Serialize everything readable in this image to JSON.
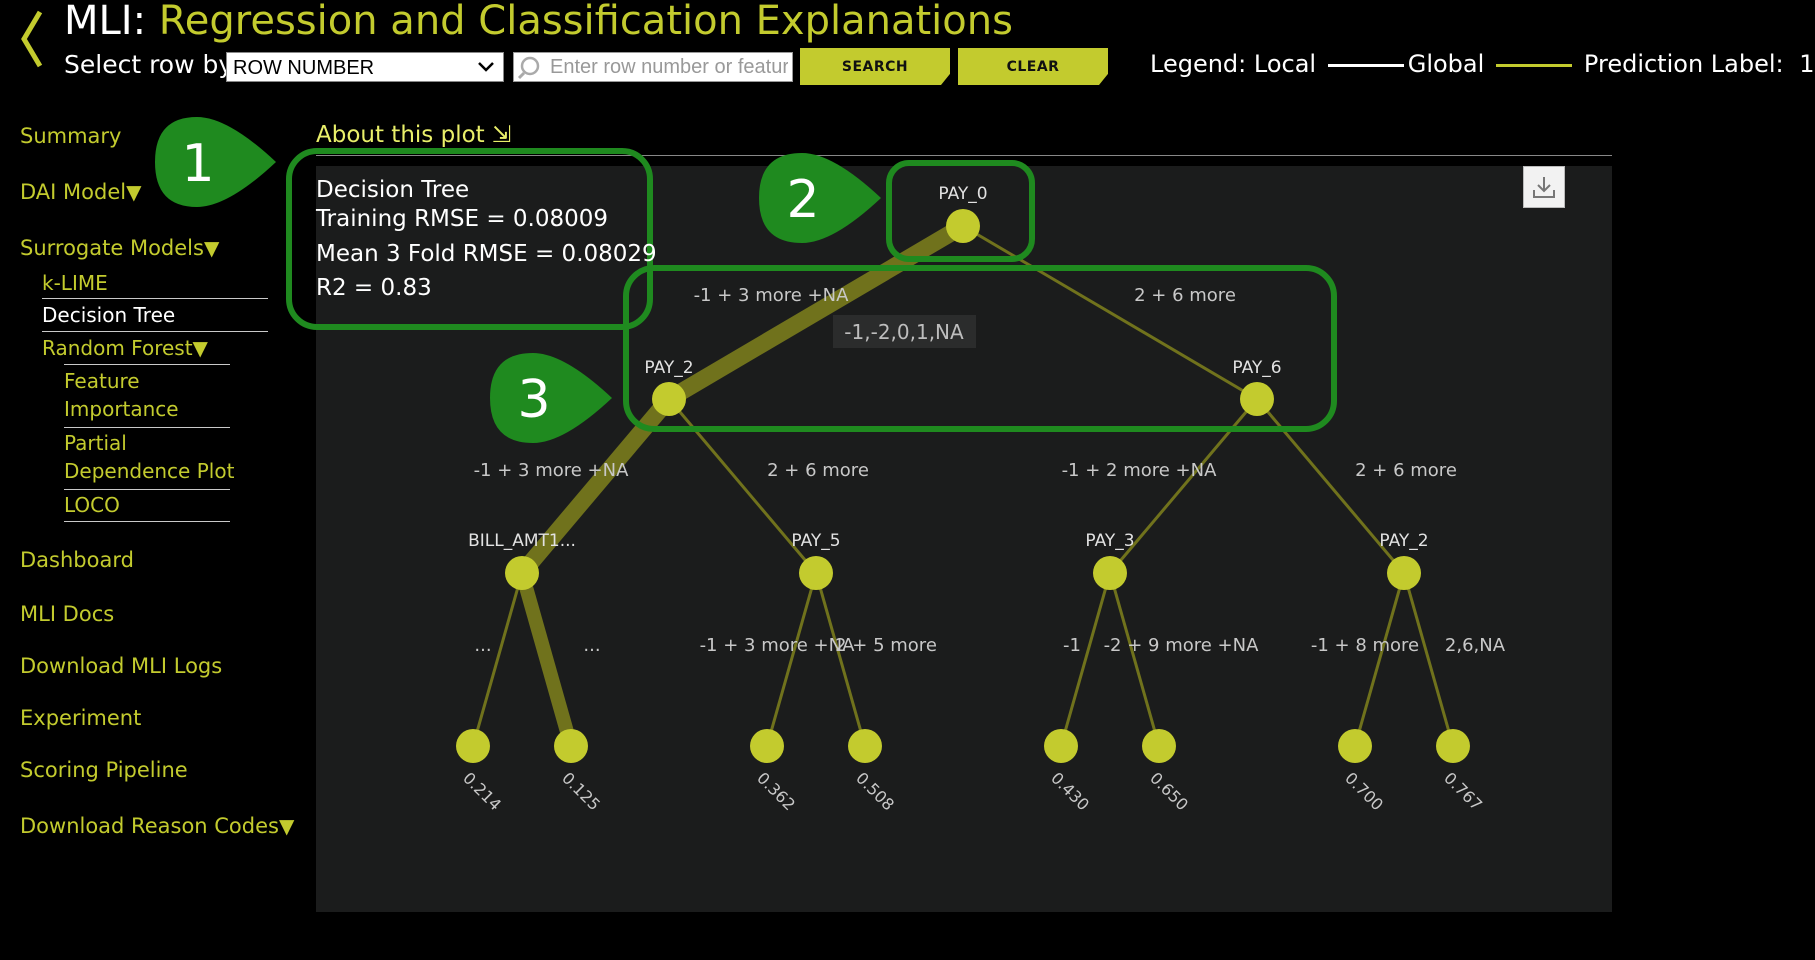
{
  "header": {
    "title_prefix": "MLI:",
    "title_main": "Regression and Classification Explanations",
    "select_label": "Select row by:",
    "select_value": "ROW NUMBER",
    "search_placeholder": "Enter row number or feature",
    "search_button": "SEARCH",
    "clear_button": "CLEAR",
    "legend_label": "Legend: Local",
    "legend_global": "Global",
    "prediction_label": "Prediction Label:",
    "prediction_value": "1",
    "local_color": "#ffffff",
    "global_color": "#c3cb2e"
  },
  "sidebar": {
    "summary": "Summary",
    "dai_model": "DAI Model",
    "surrogate_models": "Surrogate Models",
    "klime": "k-LIME",
    "decision_tree": "Decision Tree",
    "random_forest": "Random Forest",
    "feature": "Feature",
    "importance": "Importance",
    "partial": "Partial",
    "dependence_plot": "Dependence Plot",
    "loco": "LOCO",
    "dashboard": "Dashboard",
    "mli_docs": "MLI Docs",
    "download_logs": "Download MLI Logs",
    "experiment": "Experiment",
    "scoring_pipeline": "Scoring Pipeline",
    "download_reason_codes": "Download Reason Codes"
  },
  "plot": {
    "about_link": "About this plot ⇲",
    "stats": {
      "line1": "Decision Tree",
      "line2": "Training RMSE = 0.08009",
      "line3": "Mean 3 Fold RMSE = 0.08029",
      "line4": "R2 = 0.83"
    },
    "tooltip": "-1,-2,0,1,NA",
    "node_color": "#c3cb2e",
    "callout_color": "#1f8a1f",
    "callouts": [
      "1",
      "2",
      "3"
    ],
    "tree": {
      "nodes": {
        "root": "PAY_0",
        "l": "PAY_2",
        "r": "PAY_6",
        "ll": "BILL_AMT1...",
        "lr": "PAY_5",
        "rl": "PAY_3",
        "rr": "PAY_2"
      },
      "edges": {
        "root_l": "-1 + 3 more +NA",
        "root_r": "2 + 6 more",
        "l_ll": "-1 + 3 more +NA",
        "l_lr": "2 + 6 more",
        "r_rl": "-1 + 2 more +NA",
        "r_rr": "2 + 6 more",
        "ll_a": "...",
        "ll_b": "...",
        "lr_a": "-1 + 3 more +NA",
        "lr_b": "2 + 5 more",
        "rl_a": "-1",
        "rl_b": "-2 + 9 more +NA",
        "rr_a": "-1 + 8 more",
        "rr_b": "2,6,NA"
      },
      "leaves": [
        "0.214",
        "0.125",
        "0.362",
        "0.508",
        "0.430",
        "0.650",
        "0.700",
        "0.767"
      ]
    }
  }
}
